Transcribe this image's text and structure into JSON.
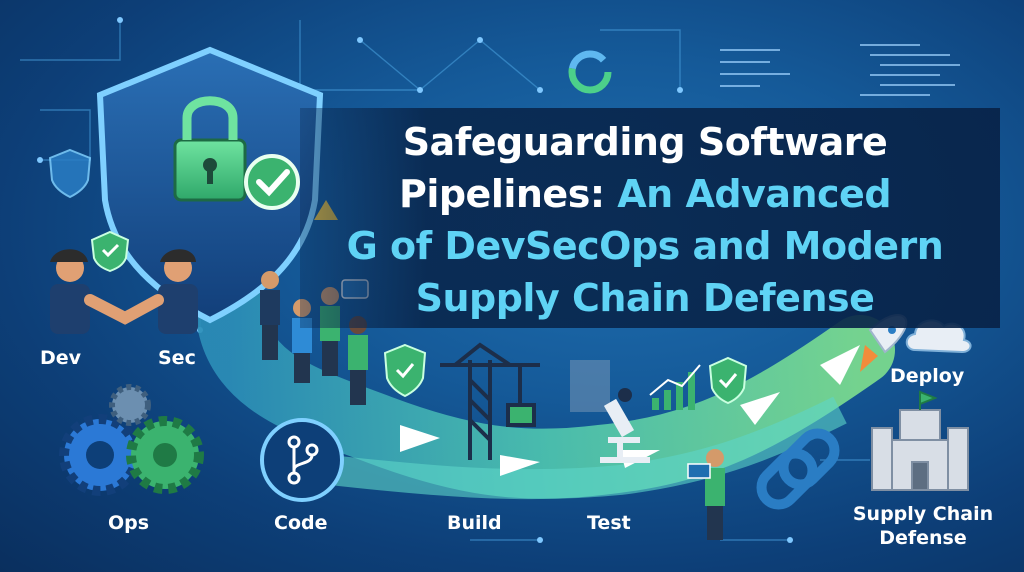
{
  "title": {
    "line1": "Safeguarding Software",
    "line2_white": "Pipelines:",
    "line2_cyan": "An Advanced",
    "line3": "G of DevSecOps and Modern",
    "line4": "Supply Chain Defense"
  },
  "labels": {
    "dev": "Dev",
    "sec": "Sec",
    "ops": "Ops",
    "code": "Code",
    "build": "Build",
    "test": "Test",
    "deploy": "Deploy",
    "supply_chain_line1": "Supply Chain",
    "supply_chain_line2": "Defense"
  },
  "icons": [
    "shield-lock-icon",
    "checkmark-badge-icon",
    "handshake-icon",
    "gear-cluster-icon",
    "git-branch-icon",
    "crane-icon",
    "microscope-icon",
    "rocket-icon",
    "cloud-icon",
    "chain-link-icon",
    "castle-icon",
    "bar-chart-icon",
    "donut-chart-icon",
    "warning-icon"
  ],
  "colors": {
    "background": "#155a99",
    "title_white": "#ffffff",
    "title_cyan": "#5fd3f5",
    "accent_green": "#4cd08a",
    "path_teal": "#3fb8b8"
  }
}
